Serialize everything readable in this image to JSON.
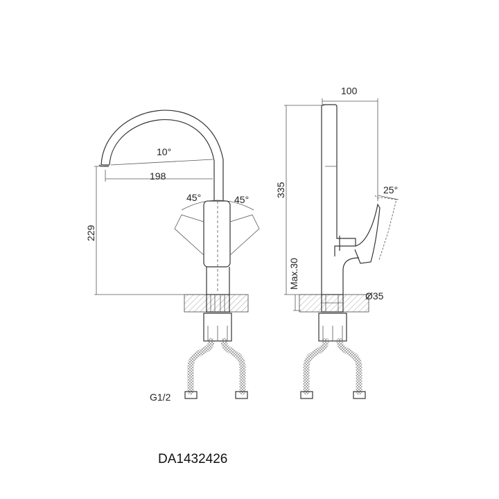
{
  "front_view": {
    "spout_angle": "10°",
    "spout_reach": "198",
    "spout_height": "229",
    "handle_left_angle": "45°",
    "handle_right_angle": "45°",
    "thread": "G1/2"
  },
  "side_view": {
    "depth": "100",
    "total_height": "335",
    "handle_tilt": "25°",
    "max_deck_thickness": "Max.30",
    "hole_diameter": "Ø35"
  },
  "model_code": "DA1432426"
}
